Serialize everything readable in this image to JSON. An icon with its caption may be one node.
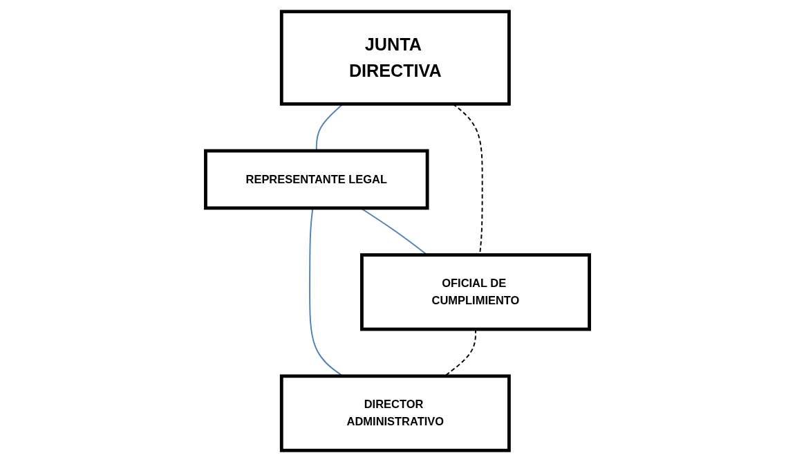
{
  "diagram": {
    "nodes": [
      {
        "text": [
          "JUNTA DIRECTIVA"
        ]
      },
      {
        "text": [
          "REPRESENTANTE LEGAL"
        ]
      },
      {
        "text": [
          "OFICIAL DE CUMPLIMIENTO"
        ]
      },
      {
        "text": [
          "DIRECTOR ADMINISTRATIVO"
        ]
      }
    ],
    "edges": [
      {
        "from": 0,
        "to": 1,
        "arrow": "none"
      },
      {
        "from": 1,
        "to": 2,
        "arrow": "none"
      },
      {
        "from": 1,
        "to": 3,
        "arrow": "none"
      },
      {
        "from": 0,
        "to": 2,
        "arrow": "none",
        "style": "dashed",
        "color": "#000000"
      },
      {
        "from": 2,
        "to": 3,
        "arrow": "none",
        "style": "dashed",
        "color": "#000000"
      }
    ]
  }
}
